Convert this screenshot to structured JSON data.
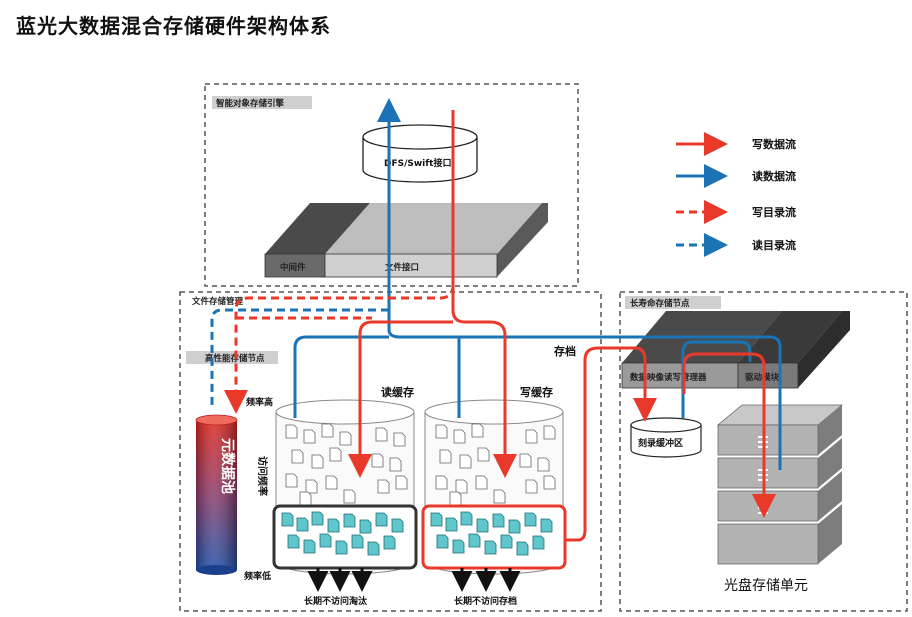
{
  "title": "蓝光大数据混合存储硬件架构体系",
  "engine_box": {
    "label": "智能对象存储引擎"
  },
  "interface": {
    "label": "DFS/Swift接口"
  },
  "server": {
    "middleware": "中间件",
    "file_interface": "文件接口"
  },
  "file_mgmt": {
    "label": "文件存储管理"
  },
  "hp_node": {
    "label": "高性能存储节点"
  },
  "metadata_pool": {
    "label": "元数据池"
  },
  "access_freq": {
    "high": "频率高",
    "axis": "访问频率",
    "low": "频率低"
  },
  "read_cache": {
    "label": "读缓存",
    "out_label": "长期不访问淘汰"
  },
  "write_cache": {
    "label": "写缓存",
    "out_label": "长期不访问存档"
  },
  "archive": {
    "label": "存档"
  },
  "long_node": {
    "label": "长寿命存储节点",
    "mapper": "数据映像读写管理器",
    "driver": "驱动模块"
  },
  "burn_buffer": {
    "label": "刻录缓冲区"
  },
  "optical": {
    "label": "光盘存储单元"
  },
  "legend": [
    {
      "label": "写数据流",
      "color": "#e8392a",
      "dashed": false
    },
    {
      "label": "读数据流",
      "color": "#1a73b4",
      "dashed": false
    },
    {
      "label": "写目录流",
      "color": "#e8392a",
      "dashed": true
    },
    {
      "label": "读目录流",
      "color": "#1a73b4",
      "dashed": true
    }
  ],
  "colors": {
    "write": "#e8392a",
    "read": "#1a73b4"
  }
}
